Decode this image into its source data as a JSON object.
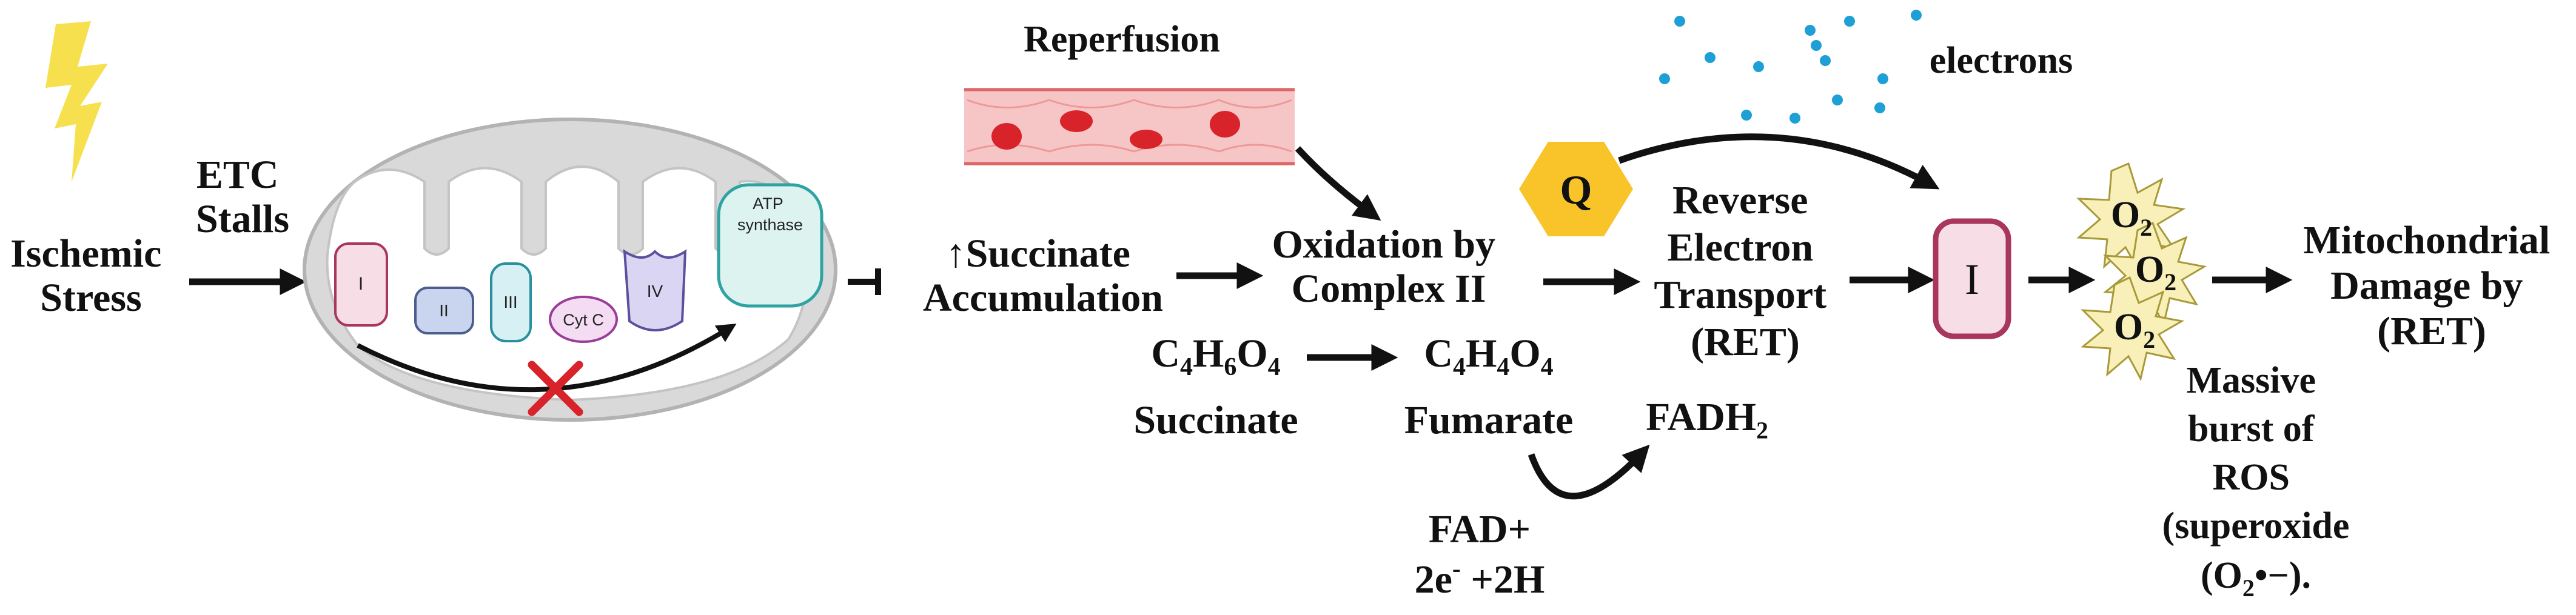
{
  "labels": {
    "ischemic_stress": [
      "Ischemic",
      "Stress"
    ],
    "etc_stalls": [
      "ETC",
      "Stalls"
    ],
    "reperfusion": "Reperfusion",
    "electrons": "electrons",
    "succinate_accumulation": [
      "↑Succinate",
      "Accumulation"
    ],
    "oxidation": [
      "Oxidation by",
      "Complex II"
    ],
    "ret": [
      "Reverse",
      "Electron",
      "Transport",
      "(RET)"
    ],
    "damage": [
      "Mitochondrial",
      "Damage by",
      "(RET)"
    ],
    "ros": [
      "Massive",
      "burst of",
      "ROS",
      "(superoxide"
    ],
    "succinate_name": "Succinate",
    "fumarate_name": "Fumarate",
    "fadh2": "FADH₂",
    "fad_plus": "FAD+",
    "q": "Q",
    "complex_i_big": "I"
  },
  "formulas": {
    "succinate": {
      "c": "C",
      "c_n": "4",
      "h": "H",
      "h_n": "6",
      "o": "O",
      "o_n": "4"
    },
    "fumarate": {
      "c": "C",
      "c_n": "4",
      "h": "H",
      "h_n": "4",
      "o": "O",
      "o_n": "4"
    },
    "electrons_h": {
      "a": "2e",
      "a_sup": "-",
      "b": " +2H"
    },
    "superoxide": {
      "a": "(O",
      "a_sub": "2",
      "b": "•−)."
    },
    "o2": {
      "o": "O",
      "n": "2"
    }
  },
  "mito": {
    "complexes": [
      "I",
      "II",
      "III",
      "Cyt C",
      "IV"
    ],
    "atp_synthase": [
      "ATP",
      "synthase"
    ]
  },
  "colors": {
    "bolt": "#f7e04e",
    "electron": "#1e9fd6",
    "q_hex": "#f8c42a",
    "complex_i": "#f7dde6",
    "complex_i_border": "#a8365d",
    "complex_ii": "#c9d5ee",
    "complex_ii_border": "#4d5d8e",
    "complex_iii": "#d6f0f3",
    "complex_iii_border": "#2a8f9d",
    "cytc": "#f4dcf3",
    "cytc_border": "#9a3c98",
    "complex_iv": "#d9d5f3",
    "complex_iv_border": "#5c4f9c",
    "atp": "#dcf3ef",
    "atp_border": "#2ea3a2",
    "mito_fill": "#d9d9d9",
    "mito_inner": "#ffffff",
    "vessel": "#f6c6c6",
    "rbc": "#d8232a",
    "cross": "#d8232a",
    "ros_star": "#f8f0b8",
    "ros_star_border": "#a89a3a"
  }
}
